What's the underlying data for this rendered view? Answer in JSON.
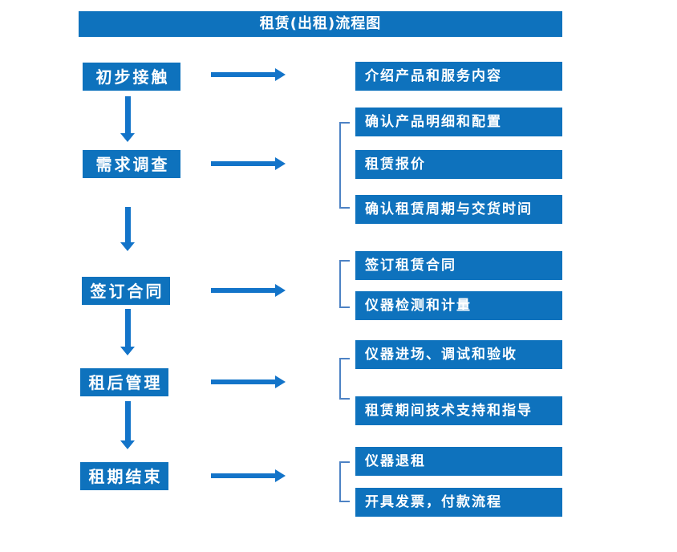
{
  "title": "租赁(出租)流程图",
  "colors": {
    "box": "#0e72bd",
    "arrow": "#1374c9",
    "bracket": "#4d82c4",
    "text": "#ffffff",
    "background": "#ffffff"
  },
  "steps": [
    {
      "label": "初步接触",
      "details": [
        "介绍产品和服务内容"
      ]
    },
    {
      "label": "需求调查",
      "details": [
        "确认产品明细和配置",
        "租赁报价",
        "确认租赁周期与交货时间"
      ]
    },
    {
      "label": "签订合同",
      "details": [
        "签订租赁合同",
        "仪器检测和计量"
      ]
    },
    {
      "label": "租后管理",
      "details": [
        "仪器进场、调试和验收",
        "租赁期间技术支持和指导"
      ]
    },
    {
      "label": "租期结束",
      "details": [
        "仪器退租",
        "开具发票，付款流程"
      ]
    }
  ]
}
